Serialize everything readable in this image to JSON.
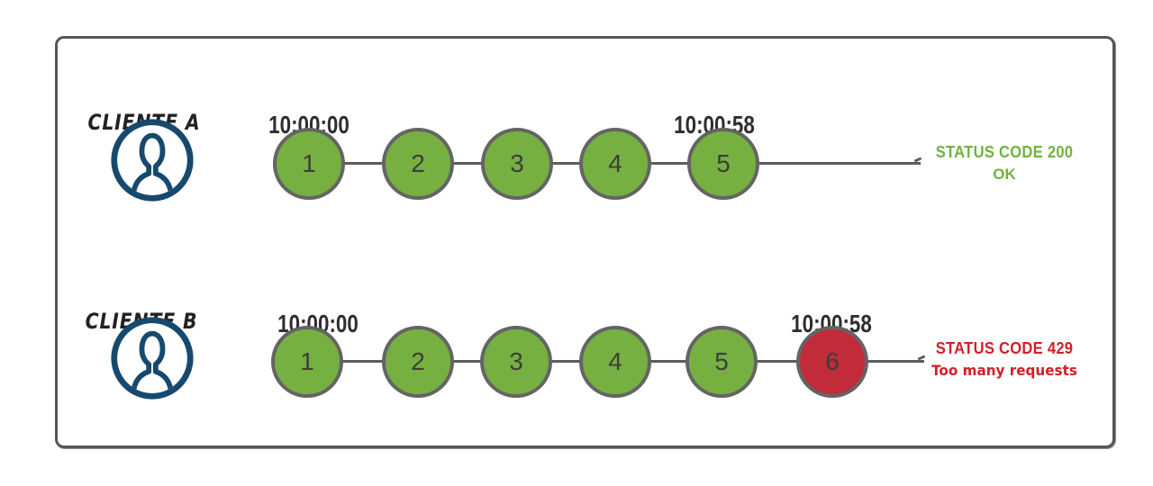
{
  "rows": [
    {
      "client_label": "CLIENTE A",
      "avatar_icon": "user-avatar-icon",
      "timestamp_start": "10:00:00",
      "timestamp_end": "10:00:58",
      "requests": [
        "1",
        "2",
        "3",
        "4",
        "5"
      ],
      "status_line1": "STATUS CODE 200",
      "status_line2": "OK"
    },
    {
      "client_label": "CLIENTE B",
      "avatar_icon": "user-avatar-icon",
      "timestamp_start": "10:00:00",
      "timestamp_end": "10:00:58",
      "requests": [
        "1",
        "2",
        "3",
        "4",
        "5",
        "6"
      ],
      "status_line1": "STATUS CODE 429",
      "status_line2": "Too many requests"
    }
  ],
  "colors": {
    "request_ok_fill": "#76b041",
    "request_rate_limited_fill": "#c22b3a",
    "status_ok_text": "#6fb33f",
    "status_error_text": "#d0202a",
    "circle_border": "#646464",
    "timeline_line": "#5c5c5c",
    "avatar_navy": "#16496d",
    "panel_border": "#565656",
    "timestamp_text": "#2e2e2e",
    "client_label_text": "#222222"
  }
}
